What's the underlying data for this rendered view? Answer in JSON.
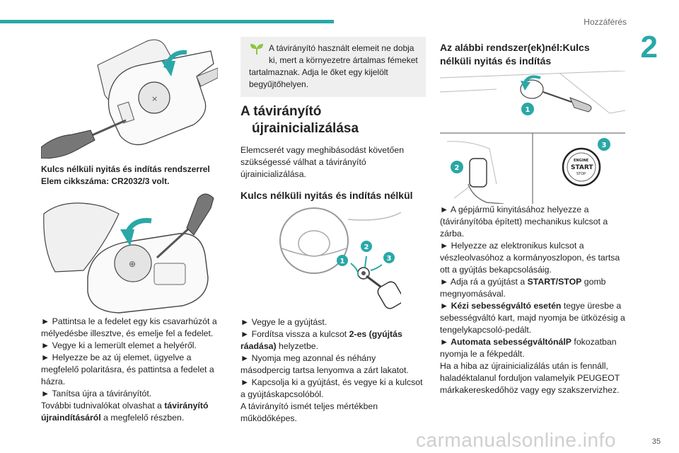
{
  "header": {
    "section": "Hozzáférés",
    "chapter": "2"
  },
  "col1": {
    "caption_line1": "Kulcs nélküli nyitás és indítás rendszerrel",
    "caption_line2": "Elem cikkszáma: CR2032/3 volt.",
    "steps": [
      "► Pattintsa le a fedelet egy kis csavarhúzót a mélyedésbe illesztve, és emelje fel a fedelet.",
      "► Vegye ki a lemerült elemet a helyéről.",
      "► Helyezze be az új elemet, ügyelve a megfelelő polaritásra, és pattintsa a fedelet a házra.",
      "► Tanítsa újra a távirányítót."
    ],
    "more_info_pre": "További tudnivalókat olvashat a ",
    "more_info_bold": "távirányító újraindításáról",
    "more_info_post": " a megfelelő részben."
  },
  "col2": {
    "eco_note": "A távirányító használt elemeit ne dobja ki, mert a környezetre ártalmas fémeket tartalmaznak. Adja le őket egy kijelölt begyűjtőhelyen.",
    "heading_line1": "A távirányító",
    "heading_line2": "újrainicializálása",
    "intro": "Elemcserét vagy meghibásodást követően szükségessé válhat a távirányító újrainicializálása.",
    "subheading": "Kulcs nélküli nyitás és indítás nélkül",
    "fig_labels": [
      "1",
      "2",
      "3"
    ],
    "step1": "► Vegye le a gyújtást.",
    "step2_pre": "► Fordítsa vissza a kulcsot ",
    "step2_bold": "2-es (gyújtás ráadása)",
    "step2_post": " helyzetbe.",
    "step3": "► Nyomja meg azonnal és néhány másodpercig tartsa lenyomva a zárt lakatot.",
    "step4": "► Kapcsolja ki a gyújtást, és vegye ki a kulcsot a gyújtáskapcsolóból.",
    "closing": "A távirányító ismét teljes mértékben működőképes."
  },
  "col3": {
    "heading_line1": "Az alábbi rendszer(ek)nél:Kulcs",
    "heading_line2": "nélküli nyitás és indítás",
    "fig_labels": [
      "1",
      "2",
      "3"
    ],
    "start_button": {
      "line1": "ENGINE",
      "line2": "START",
      "line3": "STOP"
    },
    "step1": "► A gépjármű kinyitásához helyezze a (távirányítóba épített) mechanikus kulcsot a zárba.",
    "step2": "► Helyezze az elektronikus kulcsot a vészleolvasóhoz a kormányoszlopon, és tartsa ott a gyújtás bekapcsolásáig.",
    "step3_pre": "► Adja rá a gyújtást a ",
    "step3_bold": "START/STOP",
    "step3_post": " gomb megnyomásával.",
    "step4_bold": "► Kézi sebességváltó esetén",
    "step4_post": " tegye üresbe a sebességváltó kart, majd nyomja be ütközésig a tengelykapcsoló-pedált.",
    "step5_bold": "► Automata sebességváltónálP",
    "step5_post": " fokozatban nyomja le a fékpedált.",
    "closing": "Ha a hiba az újrainicializálás után is fennáll, haladéktalanul forduljon valamelyik PEUGEOT márkakereskedőhöz vagy egy szakszervizhez."
  },
  "footer": {
    "page": "35",
    "watermark": "carmanualsonline.info"
  },
  "colors": {
    "accent": "#2aa7a7",
    "badge": "#2aa7a7",
    "note_bg": "#efefef",
    "eco_green": "#8cc63f"
  }
}
